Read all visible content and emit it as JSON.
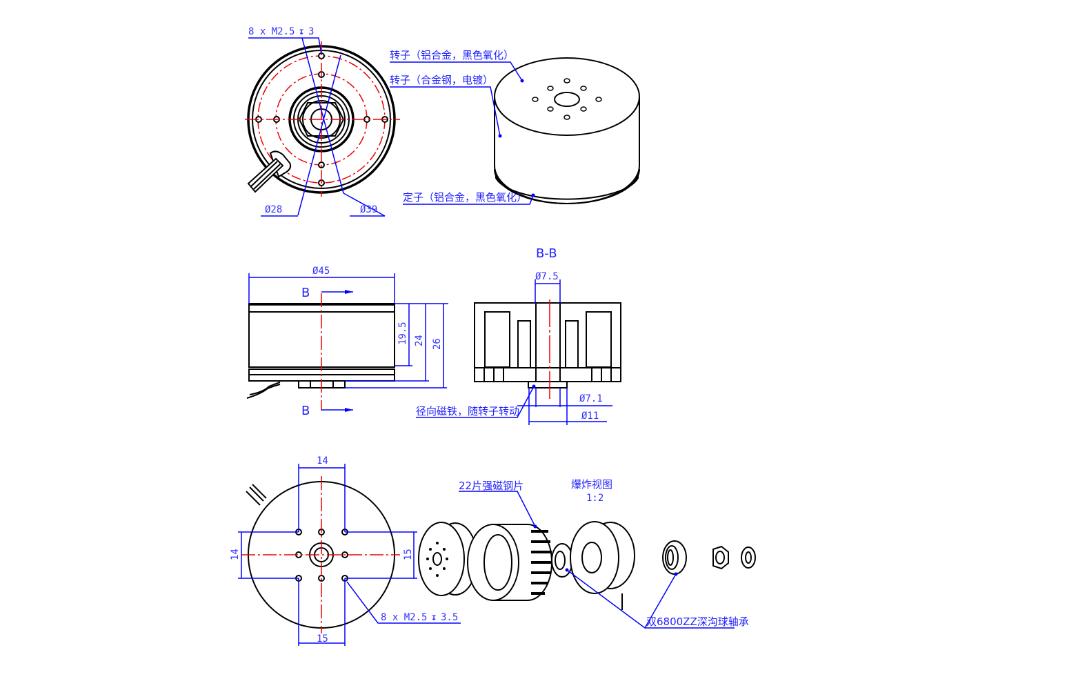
{
  "top_view": {
    "thread_callout": {
      "spec": "8 x M2.5",
      "depth_symbol": "↧",
      "depth": "3"
    },
    "dia_inner": "Ø28",
    "dia_outer": "Ø39"
  },
  "iso_view": {
    "rotor_shell_label": "转子（铝合金，黑色氧化）",
    "rotor_core_label": "转子（合金钢，电镀）",
    "stator_label": "定子（铝合金，黑色氧化）"
  },
  "side_view": {
    "dia_overall": "Ø45",
    "section_mark_top": "B",
    "section_mark_bottom": "B",
    "height_1": "19.5",
    "height_2": "24",
    "height_3": "26"
  },
  "section_view": {
    "title": "B-B",
    "dia_bore": "Ø7.5",
    "dia_shaft": "Ø7.1",
    "dia_boss": "Ø11",
    "magnet_label": "径向磁铁，随转子转动"
  },
  "bottom_view": {
    "dim_top": "14",
    "dim_left": "14",
    "dim_right": "15",
    "dim_bottom": "15",
    "thread_callout": {
      "spec": "8 x M2.5",
      "depth_symbol": "↧",
      "depth": "3.5"
    }
  },
  "exploded_view": {
    "title": "爆炸视图",
    "scale": "1:2",
    "magnet_label": "22片强磁钢片",
    "bearing_label": "双6800ZZ深沟球轴承"
  }
}
